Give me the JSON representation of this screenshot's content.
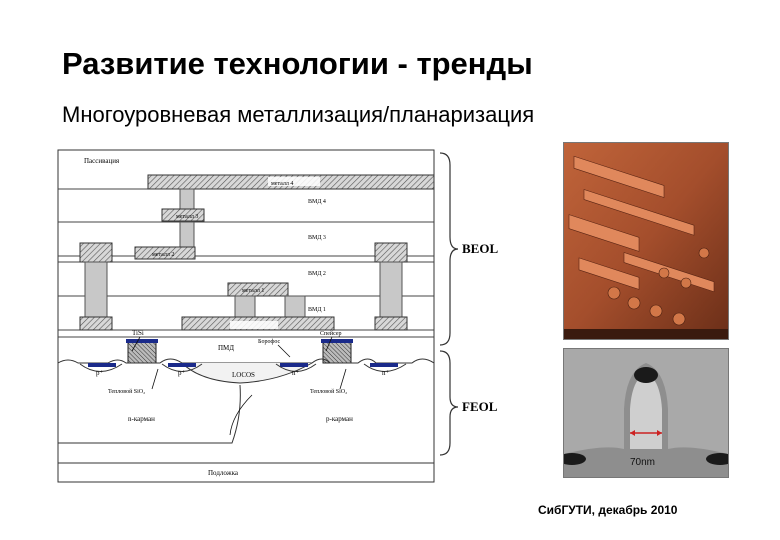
{
  "slide": {
    "title": "Развитие технологии - тренды",
    "subtitle": "Многоуровневая металлизация/планаризация",
    "footer": "СибГУТИ, декабрь 2010"
  },
  "diagram": {
    "passivation": "Пассивация",
    "metal4": "металл 4",
    "metal3": "металл 3",
    "metal2": "металл 2",
    "metal1": "металл 1",
    "imd4": "ВМД 4",
    "imd3": "ВМД 3",
    "imd2": "ВМД 2",
    "imd1": "ВМД 1",
    "tisi": "TiSi",
    "pmd": "ПМД",
    "borophos": "Борофос",
    "spacer": "Спейсер",
    "gate_oxide_left": "Тепловой SiO₂",
    "gate_oxide_right": "Тепловой SiO₂",
    "locos": "LOCOS",
    "nwell": "n-карман",
    "pwell": "p-карман",
    "substrate": "Подложка",
    "beol": "BEOL",
    "feol": "FEOL",
    "p_plus_1": "p⁺",
    "p_plus_2": "p⁺",
    "n_plus_1": "n⁺",
    "n_plus_2": "n⁺"
  },
  "photos": {
    "chip_icon": "chip-micrograph",
    "sem_icon": "sem-cross-section",
    "scale_label": "70nm"
  }
}
